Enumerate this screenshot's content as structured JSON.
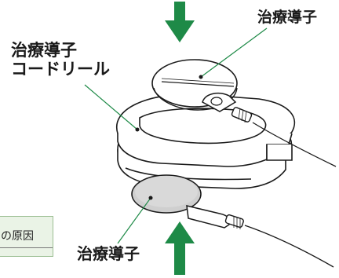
{
  "labels": {
    "top_electrode": "治療導子",
    "reel_line1": "治療導子",
    "reel_line2": "コードリール",
    "bottom_electrode": "治療導子"
  },
  "note": {
    "text": "の原因"
  },
  "colors": {
    "arrow": "#1e8a47",
    "note_bg": "#eaf3e6",
    "electrode_bottom": "#cfcfcf",
    "line": "#1a1a1a"
  }
}
